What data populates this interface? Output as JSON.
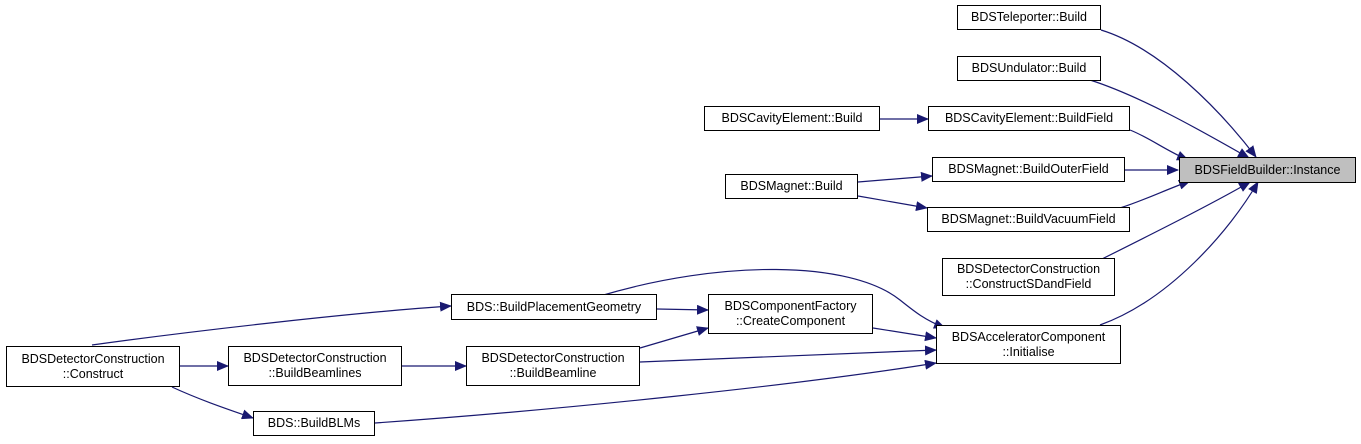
{
  "nodes": {
    "instance": {
      "lines": [
        "BDSFieldBuilder::Instance"
      ]
    },
    "teleporter_build": {
      "lines": [
        "BDSTeleporter::Build"
      ]
    },
    "undulator_build": {
      "lines": [
        "BDSUndulator::Build"
      ]
    },
    "cavity_build": {
      "lines": [
        "BDSCavityElement::Build"
      ]
    },
    "cavity_buildfield": {
      "lines": [
        "BDSCavityElement::BuildField"
      ]
    },
    "magnet_build": {
      "lines": [
        "BDSMagnet::Build"
      ]
    },
    "magnet_outerfield": {
      "lines": [
        "BDSMagnet::BuildOuterField"
      ]
    },
    "magnet_vacuumfield": {
      "lines": [
        "BDSMagnet::BuildVacuumField"
      ]
    },
    "detector_sdandfield": {
      "lines": [
        "BDSDetectorConstruction",
        "::ConstructSDandField"
      ]
    },
    "accel_initialise": {
      "lines": [
        "BDSAcceleratorComponent",
        "::Initialise"
      ]
    },
    "placement_geometry": {
      "lines": [
        "BDS::BuildPlacementGeometry"
      ]
    },
    "component_factory": {
      "lines": [
        "BDSComponentFactory",
        "::CreateComponent"
      ]
    },
    "detector_beamline": {
      "lines": [
        "BDSDetectorConstruction",
        "::BuildBeamline"
      ]
    },
    "detector_beamlines": {
      "lines": [
        "BDSDetectorConstruction",
        "::BuildBeamlines"
      ]
    },
    "detector_construct": {
      "lines": [
        "BDSDetectorConstruction",
        "::Construct"
      ]
    },
    "build_blms": {
      "lines": [
        "BDS::BuildBLMs"
      ]
    }
  },
  "colors": {
    "edge": "#191970",
    "root_fill": "#bfbfbf",
    "node_border": "#000000"
  }
}
